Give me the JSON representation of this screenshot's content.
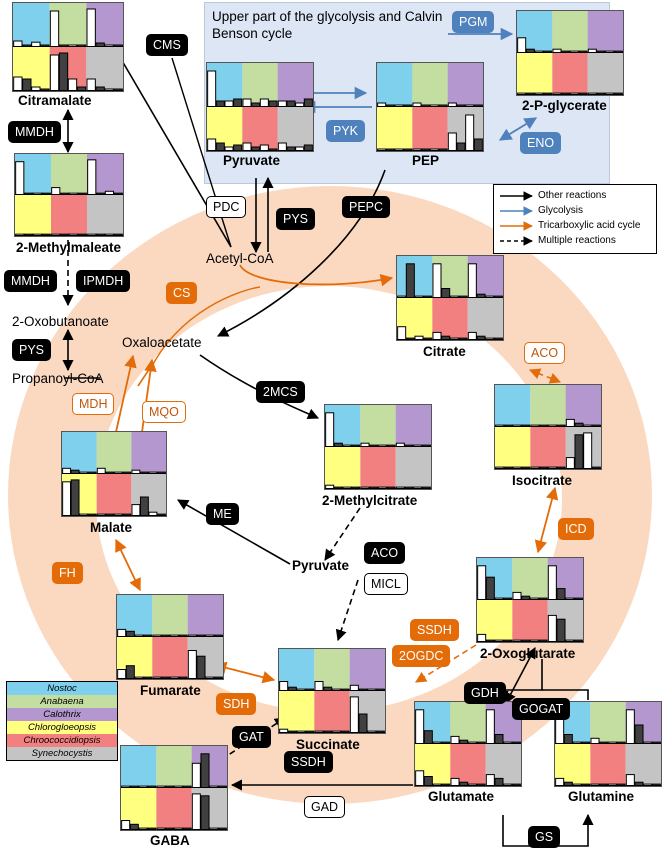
{
  "glycolysis_box": {
    "title": "Upper part of the glycolysis and Calvin Benson cycle"
  },
  "metabolites": {
    "citramalate": "Citramalate",
    "methylmaleate": "2-Methylmaleate",
    "oxobutanoate": "2-Oxobutanoate",
    "propanoyl_coa": "Propanoyl-CoA",
    "pyruvate_top": "Pyruvate",
    "pep": "PEP",
    "p_glycerate": "2-P-glycerate",
    "acetyl_coa": "Acetyl-CoA",
    "oxaloacetate": "Oxaloacetate",
    "citrate": "Citrate",
    "isocitrate": "Isocitrate",
    "methylcitrate": "2-Methylcitrate",
    "malate": "Malate",
    "pyruvate_mid": "Pyruvate",
    "fumarate": "Fumarate",
    "succinate": "Succinate",
    "oxoglutarate": "2-Oxoglutarate",
    "gaba": "GABA",
    "glutamate": "Glutamate",
    "glutamine": "Glutamine"
  },
  "enzymes": {
    "cms": "CMS",
    "mmdh1": "MMDH",
    "mmdh2": "MMDH",
    "ipmdh": "IPMDH",
    "pys1": "PYS",
    "pgm": "PGM",
    "pyk": "PYK",
    "eno": "ENO",
    "pdc": "PDC",
    "pys2": "PYS",
    "pepc": "PEPC",
    "cs": "CS",
    "aco1": "ACO",
    "mdh": "MDH",
    "mqo": "MQO",
    "mcs": "2MCS",
    "me": "ME",
    "aco2": "ACO",
    "micl": "MICL",
    "icd": "ICD",
    "fh": "FH",
    "ssdh1": "SSDH",
    "ogdc": "2OGDC",
    "sdh": "SDH",
    "gdh": "GDH",
    "gogat": "GOGAT",
    "gat": "GAT",
    "ssdh2": "SSDH",
    "gad": "GAD",
    "gs": "GS"
  },
  "reaction_legend": [
    {
      "label": "Other reactions",
      "color": "#000000",
      "style": "solid"
    },
    {
      "label": "Glycolysis",
      "color": "#4f81bd",
      "style": "solid"
    },
    {
      "label": "Tricarboxylic acid cycle",
      "color": "#e36c09",
      "style": "solid"
    },
    {
      "label": "Multiple reactions",
      "color": "#000000",
      "style": "dashed"
    }
  ],
  "organism_legend": [
    {
      "name": "Nostoc",
      "color": "#7fd0ec"
    },
    {
      "name": "Anabaena",
      "color": "#c3dea0"
    },
    {
      "name": "Calothrix",
      "color": "#b497cf"
    },
    {
      "name": "Chlorogloeopsis",
      "color": "#ffff80"
    },
    {
      "name": "Chroococcidiopsis",
      "color": "#f28080"
    },
    {
      "name": "Synechocystis",
      "color": "#c4c4c4"
    }
  ],
  "colors": {
    "glycolysis_bg": "#dce6f4",
    "tca_ring": "#fbd9c1",
    "black": "#000000",
    "blue": "#4f81bd",
    "orange": "#e36c09"
  },
  "panels": {
    "citramalate": [
      [
        0.15,
        0.05,
        0.12,
        0.05
      ],
      [
        0.9,
        0.05,
        0.05,
        0.05
      ],
      [
        0.95,
        0.1,
        0.05,
        0.05
      ],
      [
        0.35,
        0.3,
        0.1,
        0.05
      ],
      [
        0.9,
        0.95,
        0.3,
        0.1
      ],
      [
        0.3,
        0.1,
        0.05,
        0.05
      ]
    ],
    "methylmaleate": [
      [
        0.9,
        0.05,
        0.05,
        0.05
      ],
      [
        0.2,
        0.05,
        0.05,
        0.05
      ],
      [
        0.95,
        0.05,
        0.1,
        0.05
      ],
      [
        0.05,
        0.05,
        0.05,
        0.05
      ],
      [
        0.05,
        0.05,
        0.05,
        0.05
      ],
      [
        0.05,
        0.05,
        0.05,
        0.05
      ]
    ],
    "pyruvate": [
      [
        0.9,
        0.15,
        0.15,
        0.2
      ],
      [
        0.2,
        0.1,
        0.2,
        0.15
      ],
      [
        0.15,
        0.15,
        0.1,
        0.2
      ],
      [
        0.3,
        0.2,
        0.1,
        0.15
      ],
      [
        0.2,
        0.1,
        0.15,
        0.05
      ],
      [
        0.2,
        0.1,
        0.1,
        0.15
      ]
    ],
    "pep": [
      [
        0.1,
        0.05,
        0.05,
        0.05
      ],
      [
        0.1,
        0.05,
        0.05,
        0.05
      ],
      [
        0.1,
        0.05,
        0.05,
        0.05
      ],
      [
        0.05,
        0.05,
        0.05,
        0.05
      ],
      [
        0.05,
        0.05,
        0.05,
        0.05
      ],
      [
        0.45,
        0.2,
        0.9,
        0.3
      ]
    ],
    "p_glycerate": [
      [
        0.4,
        0.1,
        0.05,
        0.05
      ],
      [
        0.1,
        0.05,
        0.05,
        0.05
      ],
      [
        0.1,
        0.05,
        0.05,
        0.05
      ],
      [
        0.05,
        0.05,
        0.05,
        0.05
      ],
      [
        0.05,
        0.05,
        0.05,
        0.05
      ],
      [
        0.05,
        0.05,
        0.05,
        0.05
      ]
    ],
    "citrate": [
      [
        0.05,
        0.9,
        0.05,
        0.05
      ],
      [
        0.9,
        0.25,
        0.05,
        0.05
      ],
      [
        0.9,
        0.1,
        0.05,
        0.05
      ],
      [
        0.35,
        0.05,
        0.1,
        0.05
      ],
      [
        0.2,
        0.1,
        0.05,
        0.05
      ],
      [
        0.2,
        0.1,
        0.05,
        0.05
      ]
    ],
    "isocitrate": [
      [
        0.05,
        0.05,
        0.05,
        0.05
      ],
      [
        0.05,
        0.05,
        0.05,
        0.05
      ],
      [
        0.2,
        0.1,
        0.05,
        0.05
      ],
      [
        0.05,
        0.05,
        0.05,
        0.05
      ],
      [
        0.05,
        0.05,
        0.05,
        0.05
      ],
      [
        0.3,
        0.9,
        0.95,
        0.05
      ]
    ],
    "methylcitrate": [
      [
        0.9,
        0.1,
        0.05,
        0.05
      ],
      [
        0.1,
        0.05,
        0.05,
        0.05
      ],
      [
        0.1,
        0.05,
        0.05,
        0.05
      ],
      [
        0.1,
        0.05,
        0.05,
        0.05
      ],
      [
        0.05,
        0.05,
        0.05,
        0.05
      ],
      [
        0.05,
        0.05,
        0.05,
        0.05
      ]
    ],
    "malate": [
      [
        0.15,
        0.1,
        0.05,
        0.05
      ],
      [
        0.15,
        0.05,
        0.05,
        0.05
      ],
      [
        0.1,
        0.05,
        0.05,
        0.05
      ],
      [
        0.9,
        0.95,
        0.05,
        0.05
      ],
      [
        0.05,
        0.05,
        0.05,
        0.05
      ],
      [
        0.3,
        0.5,
        0.1,
        0.05
      ]
    ],
    "fumarate": [
      [
        0.2,
        0.15,
        0.05,
        0.05
      ],
      [
        0.05,
        0.05,
        0.05,
        0.05
      ],
      [
        0.05,
        0.05,
        0.05,
        0.05
      ],
      [
        0.25,
        0.35,
        0.05,
        0.05
      ],
      [
        0.05,
        0.05,
        0.05,
        0.05
      ],
      [
        0.75,
        0.6,
        0.05,
        0.05
      ]
    ],
    "succinate": [
      [
        0.25,
        0.1,
        0.05,
        0.05
      ],
      [
        0.25,
        0.1,
        0.05,
        0.05
      ],
      [
        0.15,
        0.05,
        0.05,
        0.05
      ],
      [
        0.1,
        0.05,
        0.05,
        0.05
      ],
      [
        0.05,
        0.05,
        0.05,
        0.05
      ],
      [
        0.95,
        0.5,
        0.05,
        0.05
      ]
    ],
    "oxoglutarate": [
      [
        0.9,
        0.6,
        0.05,
        0.05
      ],
      [
        0.2,
        0.1,
        0.05,
        0.05
      ],
      [
        0.9,
        0.3,
        0.05,
        0.05
      ],
      [
        0.2,
        0.05,
        0.05,
        0.05
      ],
      [
        0.05,
        0.05,
        0.05,
        0.05
      ],
      [
        0.7,
        0.6,
        0.05,
        0.05
      ]
    ],
    "gaba": [
      [
        0.05,
        0.05,
        0.05,
        0.05
      ],
      [
        0.05,
        0.05,
        0.05,
        0.05
      ],
      [
        0.65,
        0.9,
        0.05,
        0.05
      ],
      [
        0.25,
        0.15,
        0.05,
        0.05
      ],
      [
        0.05,
        0.05,
        0.05,
        0.05
      ],
      [
        0.95,
        0.9,
        0.05,
        0.05
      ]
    ],
    "glutamate": [
      [
        0.9,
        0.35,
        0.05,
        0.05
      ],
      [
        0.2,
        0.1,
        0.05,
        0.05
      ],
      [
        0.9,
        0.25,
        0.05,
        0.05
      ],
      [
        0.4,
        0.25,
        0.05,
        0.05
      ],
      [
        0.2,
        0.1,
        0.05,
        0.05
      ],
      [
        0.3,
        0.2,
        0.05,
        0.05
      ]
    ],
    "glutamine": [
      [
        0.9,
        0.25,
        0.05,
        0.05
      ],
      [
        0.15,
        0.05,
        0.05,
        0.05
      ],
      [
        0.9,
        0.5,
        0.05,
        0.05
      ],
      [
        0.2,
        0.1,
        0.05,
        0.05
      ],
      [
        0.05,
        0.05,
        0.05,
        0.05
      ],
      [
        0.3,
        0.1,
        0.05,
        0.05
      ]
    ]
  }
}
